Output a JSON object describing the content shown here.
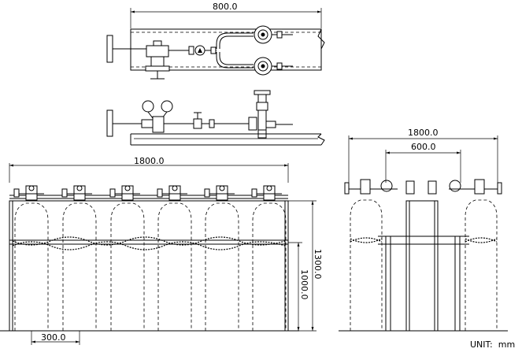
{
  "dimensions": {
    "top_width": "800.0",
    "front_width": "1800.0",
    "front_height_total": "1300.0",
    "front_height_chain": "1000.0",
    "cylinder_pitch": "300.0",
    "side_width": "1800.0",
    "side_inner_width": "600.0"
  },
  "unit_label": "UNIT:  mm",
  "cylinder_count": 6
}
